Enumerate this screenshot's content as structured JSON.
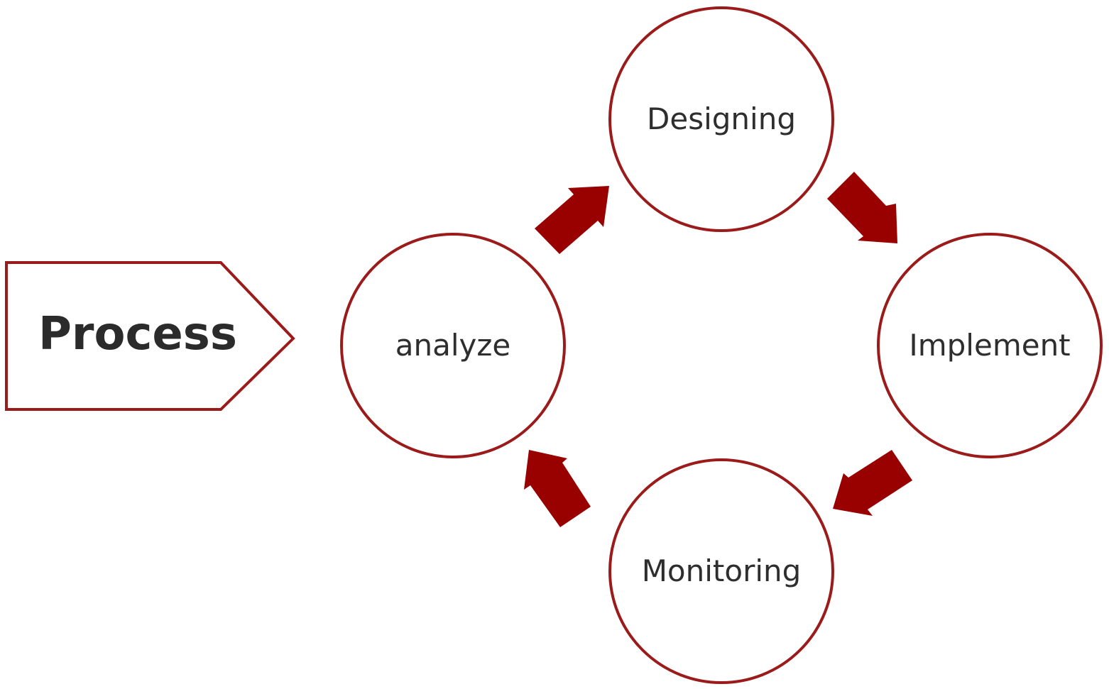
{
  "colors": {
    "accent": "#990000",
    "stroke": "#9b1b1b",
    "text": "#2e2e2e",
    "background": "#ffffff"
  },
  "diagram": {
    "title": "Process",
    "nodes": [
      {
        "id": "analyze",
        "label": "analyze"
      },
      {
        "id": "designing",
        "label": "Designing"
      },
      {
        "id": "implement",
        "label": "Implement"
      },
      {
        "id": "monitoring",
        "label": "Monitoring"
      }
    ],
    "edges": [
      {
        "from": "analyze",
        "to": "designing"
      },
      {
        "from": "designing",
        "to": "implement"
      },
      {
        "from": "implement",
        "to": "monitoring"
      },
      {
        "from": "monitoring",
        "to": "analyze"
      }
    ]
  }
}
